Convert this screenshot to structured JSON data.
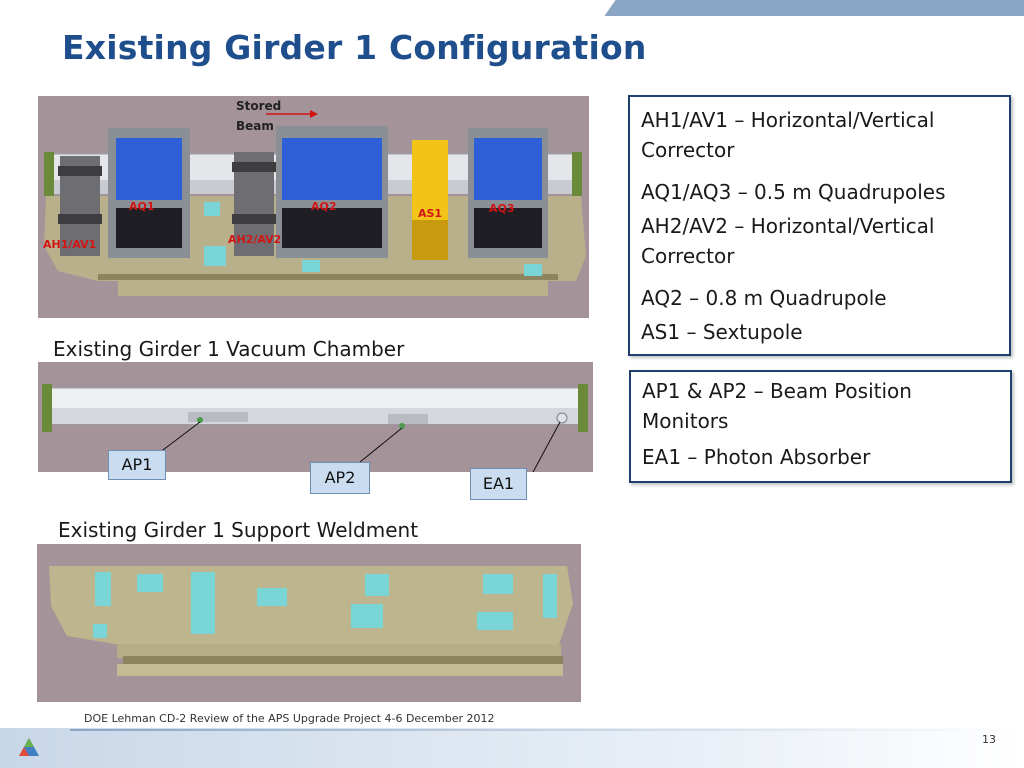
{
  "slide": {
    "title": "Existing Girder 1 Configuration",
    "page_number": "13",
    "footer": "DOE Lehman CD-2 Review of the APS Upgrade Project    4-6 December  2012"
  },
  "girder_panel": {
    "stored_beam_label_1": "Stored",
    "stored_beam_label_2": "Beam",
    "labels": {
      "aq1": "AQ1",
      "aq2": "AQ2",
      "as1": "AS1",
      "aq3": "AQ3",
      "ah1av1": "AH1/AV1",
      "ah2av2": "AH2/AV2"
    }
  },
  "vacuum_panel": {
    "caption": "Existing Girder 1 Vacuum Chamber",
    "callouts": {
      "ap1": "AP1",
      "ap2": "AP2",
      "ea1": "EA1"
    }
  },
  "weldment_panel": {
    "caption": "Existing Girder 1 Support Weldment"
  },
  "legend_box_1": {
    "lines": [
      "AH1/AV1 – Horizontal/Vertical Corrector",
      "AQ1/AQ3 – 0.5 m Quadrupoles",
      "AH2/AV2 – Horizontal/Vertical Corrector",
      "AQ2 – 0.8 m Quadrupole",
      "AS1 – Sextupole"
    ]
  },
  "legend_box_2": {
    "lines": [
      "AP1 & AP2 – Beam Position Monitors",
      "EA1 – Photon Absorber"
    ]
  },
  "colors": {
    "title": "#1f4e8c",
    "panel_bg": "#a4949a",
    "magnet_blue": "#2f5fd6",
    "sextupole_yellow": "#f2c318",
    "label_red": "#d11414",
    "box_border": "#1f3f6e"
  }
}
